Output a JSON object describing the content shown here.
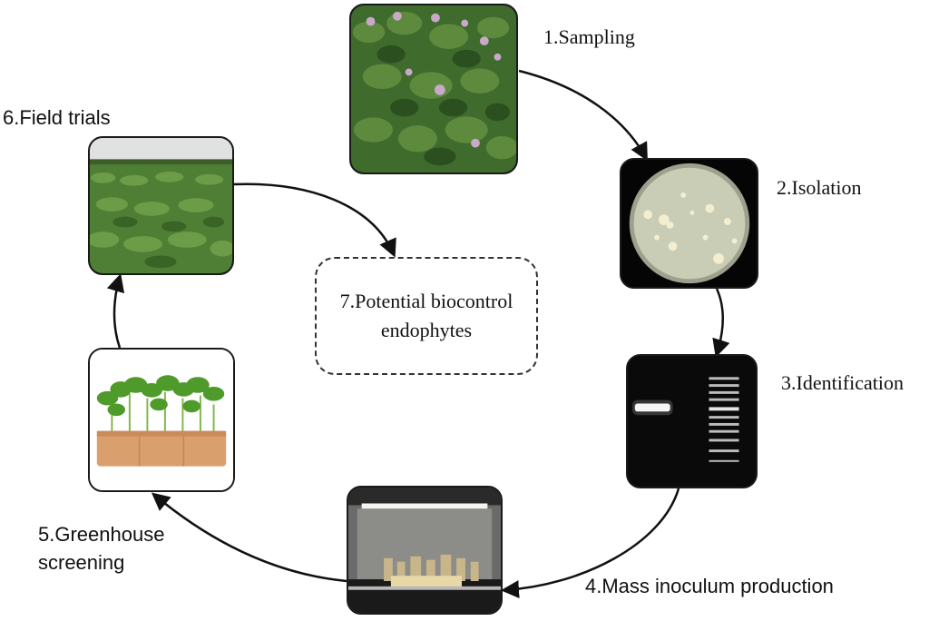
{
  "steps": {
    "sampling": "1.Sampling",
    "isolation": "2.Isolation",
    "identification": "3.Identification",
    "mass_production": "4.Mass inoculum production",
    "greenhouse_line1": "5.Greenhouse",
    "greenhouse_line2": "screening",
    "field_trials": "6.Field trials",
    "result_line1": "7.Potential biocontrol",
    "result_line2": "endophytes"
  },
  "colors": {
    "arrow": "#111111",
    "foliage": "#3f6b2c",
    "agar": "#c9cdb5",
    "pot": "#d9a06e"
  }
}
